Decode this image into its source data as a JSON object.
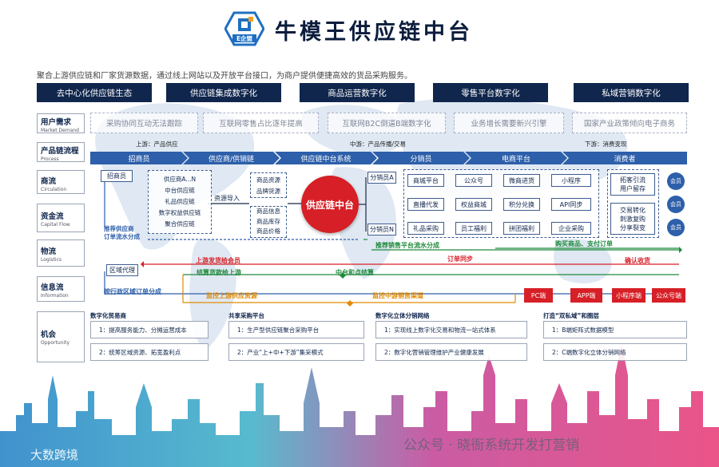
{
  "header": {
    "title": "牛模王供应链中台",
    "logo_text": "E企盟",
    "subtitle": "聚合上游供应链和厂家货源数据，通过线上网站以及开放平台接口，为商户提供便捷高效的货品采购服务。"
  },
  "pillars": [
    "去中心化供应链生态",
    "供应链集成数字化",
    "商品运营数字化",
    "零售平台数字化",
    "私域营销数字化"
  ],
  "rows": [
    {
      "cn": "用户需求",
      "en": "Market Demand"
    },
    {
      "cn": "产品链流程",
      "en": "Process"
    },
    {
      "cn": "商流",
      "en": "Circulation"
    },
    {
      "cn": "资金流",
      "en": "Capital Flow"
    },
    {
      "cn": "物流",
      "en": "Logistics"
    },
    {
      "cn": "信息流",
      "en": "Information"
    },
    {
      "cn": "机会",
      "en": "Opportunity"
    }
  ],
  "demand": [
    "采购协同互动无法跟踪",
    "互联网零售占比逐年提高",
    "互联网B2C倒逼B端数字化",
    "业务增长需要新兴引擎",
    "国家产业政策倾向电子商务"
  ],
  "stages": {
    "upstream": "上游：产品供应",
    "middle": "中游：产品传播/交易",
    "downstream": "下游：消费变现"
  },
  "chevrons": [
    "招商员",
    "供应商/供销链",
    "供应链中台系统",
    "分销员",
    "电商平台",
    "消费者"
  ],
  "circulation": {
    "recruiter": "招商员",
    "suppliers": [
      "供应商A...N",
      "中台供应链",
      "礼品供应链",
      "数字权益供应链",
      "聚合供应链"
    ],
    "resource_import": "资源导入",
    "goods_box1": [
      "商品资源",
      "品牌货源"
    ],
    "goods_box2": [
      "商品信息",
      "商品库存",
      "商品价格"
    ],
    "hub": "供应链中台",
    "distributor_a": "分销员A",
    "distributor_n": "分销员N",
    "channels": [
      "商城平台",
      "公众号",
      "微商进货",
      "小程序",
      "直播代发",
      "权益商城",
      "积分兑换",
      "API同步",
      "礼品采购",
      "员工福利",
      "拼团福利",
      "企业采购"
    ],
    "consumer_box1": [
      "拓客引流",
      "用户留存"
    ],
    "consumer_box2": [
      "交易转化",
      "刺激复购",
      "分享裂变"
    ],
    "members": [
      "会员",
      "会员",
      "会员"
    ]
  },
  "flows": {
    "recommend_supplier": [
      "推荐供应商",
      "订单流水分成"
    ],
    "recommend_sales": "推荐销售平台流水分成",
    "buy_goods": "购买商品、支付订单",
    "upstream_member": "上游发货给会员",
    "order_sync": "订单同步",
    "confirm_receipt": "确认收货",
    "region_agent": "区域代理",
    "settle_payment": "结算货款给上游",
    "middle_settle": "中台和点结算",
    "region_order": "按行政区域订单分成",
    "monitor_upstream": "监控上游供应资源",
    "monitor_downstream": "监控中游销售渠道"
  },
  "red_tags": [
    "PC端",
    "APP端",
    "小程序端",
    "公众号端"
  ],
  "opportunity": [
    {
      "head": "数字化贸易商",
      "items": [
        "1：提高服务能力、分摊运营成本",
        "2：统筹区域资源、拓宽盈利点"
      ]
    },
    {
      "head": "共享采购平台",
      "items": [
        "1：生产型供应链聚合采购平台",
        "2：产业“上+中+下游”集采模式"
      ]
    },
    {
      "head": "数字化立体分销网络",
      "items": [
        "1：实现线上数字化交易和物流一站式体系",
        "2：数字化营销管理维护产业健康发展"
      ]
    },
    {
      "head": "打造“双私域”和圈层",
      "items": [
        "1：B端矩阵式数据模型",
        "2：C端数字化立体分销网络"
      ]
    }
  ],
  "watermarks": {
    "right": "公众号 · 晓衙系统开发打营销",
    "left": "大数跨境"
  },
  "colors": {
    "navy": "#10264d",
    "blue": "#2d5faa",
    "red": "#d61f26",
    "green": "#1f8a3c",
    "orange": "#e08a00"
  }
}
